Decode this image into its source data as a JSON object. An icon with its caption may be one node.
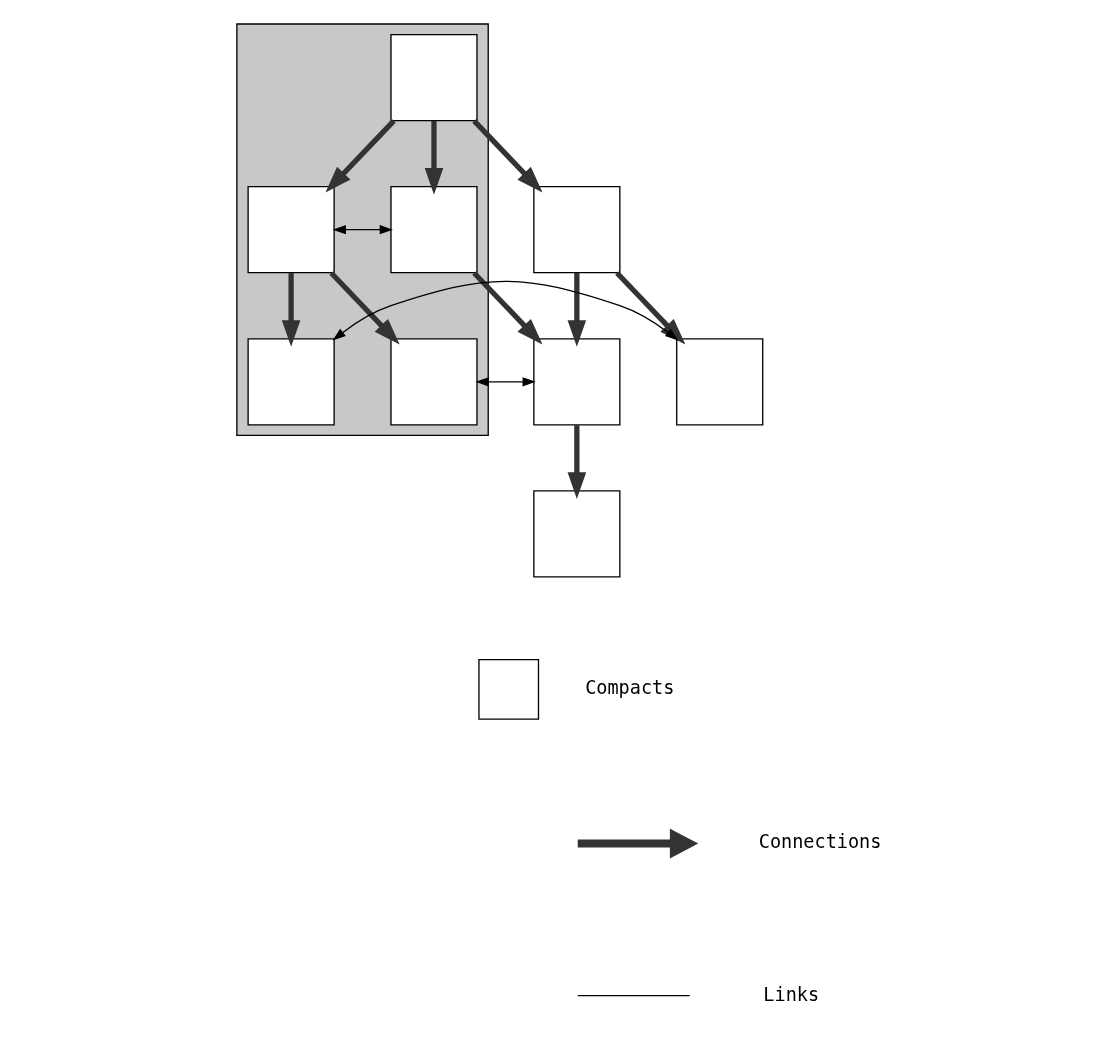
{
  "diagram": {
    "nodes": [
      {
        "text": [],
        "shape": "polygon"
      },
      {
        "text": [],
        "shape": "box",
        "in": 0
      },
      {
        "text": [],
        "shape": "box"
      },
      {
        "text": [],
        "shape": "box",
        "in": 0
      },
      {
        "text": [],
        "shape": "box",
        "in": 0
      },
      {
        "text": [],
        "shape": "box"
      },
      {
        "text": [],
        "shape": "box"
      },
      {
        "text": [],
        "shape": "box",
        "in": 0
      },
      {
        "text": [],
        "shape": "box",
        "in": 0
      },
      {
        "text": [],
        "shape": "box"
      }
    ],
    "edges": [
      {
        "from": 1,
        "to": 2,
        "arrow": "to"
      },
      {
        "from": 1,
        "to": 3,
        "arrow": "to"
      },
      {
        "from": 1,
        "to": 4,
        "arrow": "to"
      },
      {
        "from": 2,
        "to": 5,
        "arrow": "to"
      },
      {
        "from": 2,
        "to": 6,
        "arrow": "to"
      },
      {
        "from": 3,
        "to": 6,
        "arrow": "to"
      },
      {
        "from": 4,
        "to": 7,
        "arrow": "to"
      },
      {
        "from": 4,
        "to": 8,
        "arrow": "to"
      },
      {
        "from": 6,
        "to": 9,
        "arrow": "to"
      },
      {
        "from": 3,
        "to": 4,
        "arrow": "both"
      },
      {
        "from": 5,
        "to": 7,
        "arrow": "both"
      },
      {
        "from": 6,
        "to": 8,
        "arrow": "both"
      }
    ],
    "legend": [
      {
        "text": "Compacts"
      },
      {
        "text": "Connections"
      },
      {
        "text": "Links"
      }
    ]
  }
}
